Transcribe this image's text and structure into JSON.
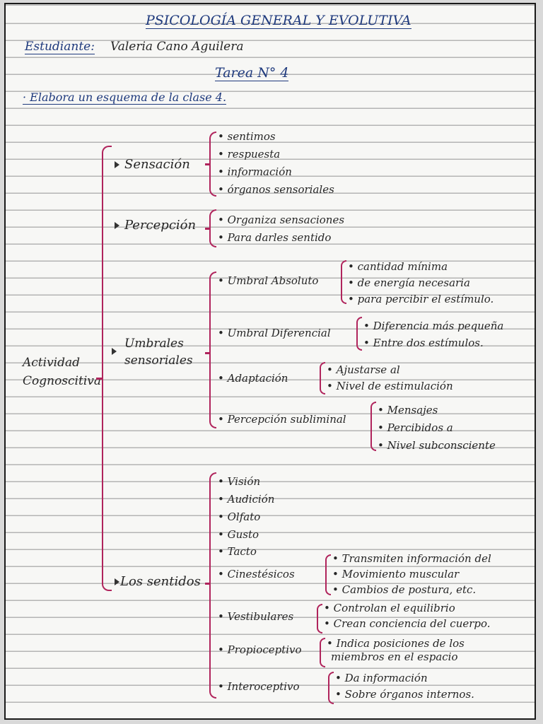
{
  "header": {
    "title": "PSICOLOGÍA GENERAL Y EVOLUTIVA",
    "student_label": "Estudiante:",
    "student_name": "Valeria Cano Aguilera",
    "task": "Tarea N° 4",
    "instruction": "· Elabora un esquema de la clase 4."
  },
  "root": "Actividad Cognoscitiva",
  "sensacion": {
    "label": "Sensación",
    "items": [
      "• sentimos",
      "• respuesta",
      "• información",
      "• órganos sensoriales"
    ]
  },
  "percepcion": {
    "label": "Percepción",
    "items": [
      "• Organiza sensaciones",
      "• Para darles sentido"
    ]
  },
  "umbrales": {
    "label_line1": "Umbrales",
    "label_line2": "sensoriales",
    "absoluto": {
      "label": "• Umbral Absoluto",
      "items": [
        "• cantidad mínima",
        "• de energía necesaria",
        "• para percibir el estímulo."
      ]
    },
    "diferencial": {
      "label": "• Umbral Diferencial",
      "items": [
        "• Diferencia más pequeña",
        "• Entre dos estímulos."
      ]
    },
    "adaptacion": {
      "label": "• Adaptación",
      "items": [
        "• Ajustarse al",
        "• Nivel de estimulación"
      ]
    },
    "subliminal": {
      "label": "• Percepción subliminal",
      "items": [
        "• Mensajes",
        "• Percibidos a",
        "• Nivel subconsciente"
      ]
    }
  },
  "sentidos": {
    "label": "Los sentidos",
    "simple": [
      "• Visión",
      "• Audición",
      "• Olfato",
      "• Gusto",
      "• Tacto"
    ],
    "cinestesicos": {
      "label": "• Cinestésicos",
      "items": [
        "• Transmiten información del",
        "• Movimiento muscular",
        "• Cambios de postura, etc."
      ]
    },
    "vestibulares": {
      "label": "• Vestibulares",
      "items": [
        "• Controlan el equilibrio",
        "• Crean conciencia del cuerpo."
      ]
    },
    "propioceptivo": {
      "label": "• Propioceptivo",
      "items": [
        "• Indica posiciones de los",
        "miembros en el espacio"
      ]
    },
    "interoceptivo": {
      "label": "• Interoceptivo",
      "items": [
        "• Da información",
        "• Sobre órganos internos."
      ]
    }
  },
  "colors": {
    "ink": "#262626",
    "header_ink": "#1f3a7d",
    "brace": "#b0245c",
    "rule": "#b4b4b4"
  }
}
